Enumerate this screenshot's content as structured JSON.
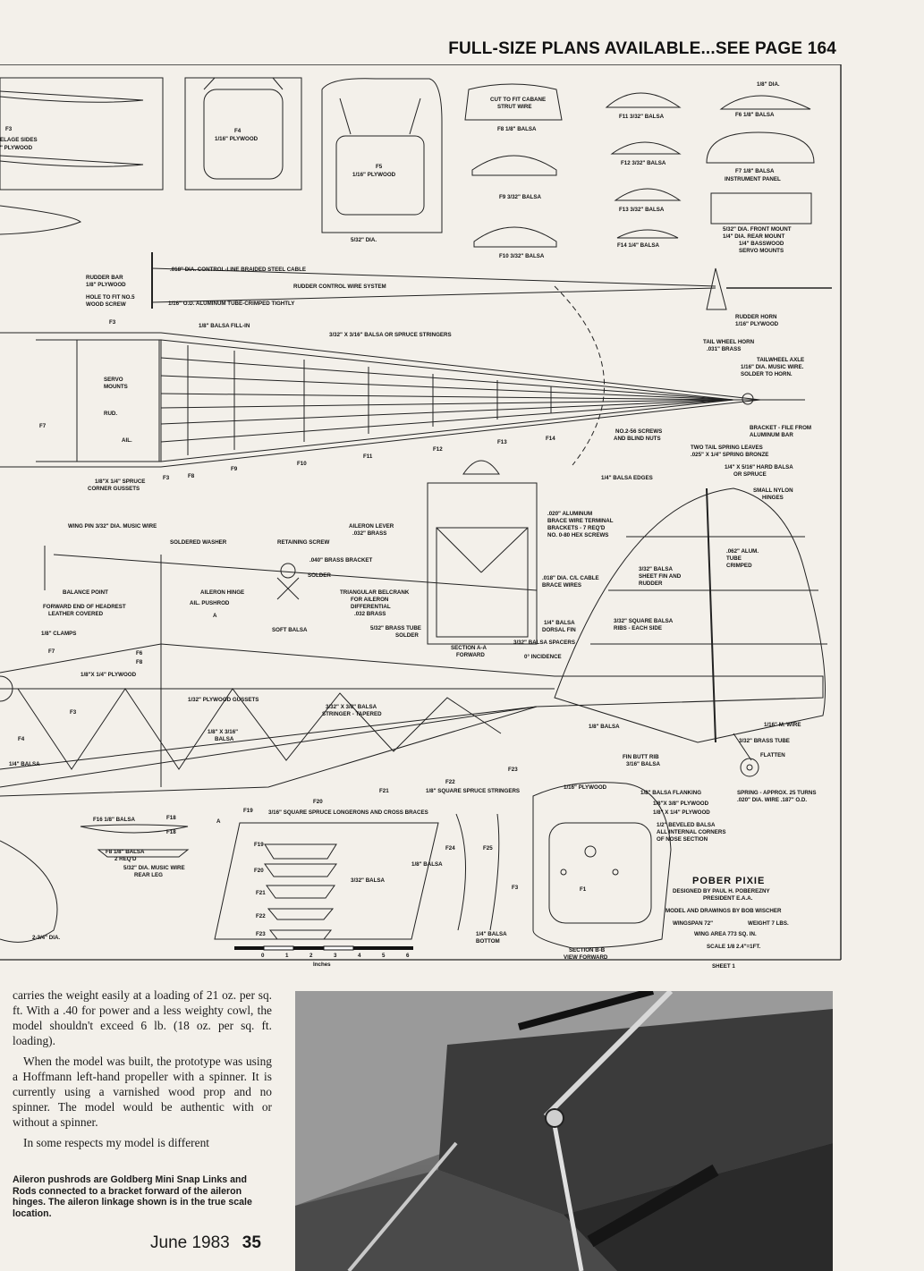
{
  "header": {
    "text": "FULL-SIZE PLANS AVAILABLE...SEE PAGE 164"
  },
  "plans": {
    "labels": {
      "f3_fuselage": "F3",
      "f3_fuselage2": "ELAGE SIDES",
      "f3_ply": "\" PLYWOOD",
      "f4": "F4",
      "f4_ply": "1/16\" PLYWOOD",
      "f5": "F5",
      "f5_ply": "1/16\" PLYWOOD",
      "dia532": "5/32\" DIA.",
      "cabane": "CUT TO FIT CABANE",
      "cabane2": "STRUT WIRE",
      "f8": "F8 1/8\" BALSA",
      "f9": "F9 3/32\" BALSA",
      "f10": "F10 3/32\" BALSA",
      "f11": "F11 3/32\" BALSA",
      "f12": "F12 3/32\" BALSA",
      "f13": "F13 3/32\" BALSA",
      "f14": "F14 1/4\" BALSA",
      "dia18": "1/8\" DIA.",
      "f6": "F6 1/8\" BALSA",
      "f7a": "F7 1/8\" BALSA",
      "f7b": "INSTRUMENT PANEL",
      "mount1": "5/32\" DIA. FRONT MOUNT",
      "mount2": "1/4\" DIA. REAR MOUNT",
      "mount3": "1/4\" BASSWOOD",
      "mount4": "SERVO MOUNTS",
      "rudderbar1": "RUDDER BAR",
      "rudderbar2": "1/8\" PLYWOOD",
      "hole1": "HOLE TO FIT NO.5",
      "hole2": "WOOD SCREW",
      "cable": ".018\" DIA. CONTROL-LINE BRAIDED STEEL CABLE",
      "rudder_sys": "RUDDER CONTROL WIRE SYSTEM",
      "tube": "1/16\" O.D. ALUMINUM TUBE-CRIMPED TIGHTLY",
      "fillin": "1/8\" BALSA FILL-IN",
      "stringers": "3/32\" X 3/16\" BALSA OR SPRUCE STRINGERS",
      "f3b": "F3",
      "servo1": "SERVO",
      "servo2": "MOUNTS",
      "rud": "RUD.",
      "ail": "AIL.",
      "f7": "F7",
      "gussets1": "1/8\"X 1/4\" SPRUCE",
      "gussets2": "CORNER GUSSETS",
      "f3c": "F3",
      "f8b": "F8",
      "f9b": "F9",
      "f10b": "F10",
      "f11b": "F11",
      "f12b": "F12",
      "f13b": "F13",
      "f14b": "F14",
      "screws1": "NO.2-56 SCREWS",
      "screws2": "AND BLIND NUTS",
      "rudderhorn1": "RUDDER HORN",
      "rudderhorn2": "1/16\" PLYWOOD",
      "tailhorn1": "TAIL WHEEL HORN",
      "tailhorn2": ".031\" BRASS",
      "axle1": "TAILWHEEL AXLE",
      "axle2": "1/16\" DIA. MUSIC WIRE.",
      "axle3": "SOLDER TO HORN.",
      "bracket1": "BRACKET - FILE FROM",
      "bracket2": "ALUMINUM BAR",
      "spring1": "TWO TAIL SPRING LEAVES",
      "spring2": ".025\" X 1/4\" SPRING BRONZE",
      "hardbalsa1": "1/4\" X 5/16\" HARD BALSA",
      "hardbalsa2": "OR SPRUCE",
      "edges": "1/4\" BALSA EDGES",
      "nylon1": "SMALL NYLON",
      "nylon2": "HINGES",
      "wingpin": "WING PIN 3/32\" DIA. MUSIC WIRE",
      "washer": "SOLDERED WASHER",
      "retaining": "RETAINING SCREW",
      "brassbr": ".040\" BRASS BRACKET",
      "solder": "SOLDER",
      "aileronlever1": "AILERON LEVER",
      "aileronlever2": ".032\" BRASS",
      "alu1": ".020\" ALUMINUM",
      "alu2": "BRACE WIRE TERMINAL",
      "alu3": "BRACKETS - 7 REQ'D",
      "alu4": "NO. 0-80 HEX SCREWS",
      "alutube1": ".062\" ALUM.",
      "alutube2": "TUBE",
      "alutube3": "CRIMPED",
      "balance": "BALANCE POINT",
      "headrest1": "FORWARD END OF HEADREST",
      "headrest2": "LEATHER COVERED",
      "ailhinge": "AILERON HINGE",
      "ailpush": "AIL. PUSHROD",
      "belcrank1": "TRIANGULAR BELCRANK",
      "belcrank2": "FOR AILERON",
      "belcrank3": "DIFFERENTIAL",
      "belcrank4": ".032 BRASS",
      "ccable1": ".018\" DIA. C/L CABLE",
      "ccable2": "BRACE WIRES",
      "sheetfin1": "3/32\" BALSA",
      "sheetfin2": "SHEET FIN AND",
      "sheetfin3": "RUDDER",
      "clamps": "1/8\" CLAMPS",
      "softbalsa": "SOFT BALSA",
      "brasstube1": "5/32\" BRASS TUBE",
      "brasstube2": "SOLDER",
      "dorsal1": "1/4\" BALSA",
      "dorsal2": "DORSAL FIN",
      "ribs1": "3/32\" SQUARE BALSA",
      "ribs2": "RIBS - EACH SIDE",
      "sectiona1": "SECTION A-A",
      "sectiona2": "FORWARD",
      "spacers": "3/32\" BALSA SPACERS",
      "incidence": "0° INCIDENCE",
      "f6b": "F6",
      "f8c": "F8",
      "f7b2": "F7",
      "ply18": "1/8\"X 1/4\" PLYWOOD",
      "plygussets": "1/32\" PLYWOOD GUSSETS",
      "tapered1": "3/32\" X 3/8\" BALSA",
      "tapered2": "STRINGER - TAPERED",
      "f3d": "F3",
      "balsa18x316a": "1/8\" X 3/16\"",
      "balsa18x316b": "BALSA",
      "balsa18": "1/8\" BALSA",
      "mwire": "1/16\" M. WIRE",
      "brasstube3": "3/32\" BRASS TUBE",
      "finbutt1": "FIN BUTT RIB",
      "finbutt2": "3/16\" BALSA",
      "flatten": "FLATTEN",
      "f4b": "F4",
      "f23": "F23",
      "f22": "F22",
      "balsa14": "1/4\" BALSA",
      "sqspruce": "1/8\" SQUARE SPRUCE STRINGERS",
      "f21": "F21",
      "f20": "F20",
      "f19": "F19",
      "f18": "F18",
      "longerons": "3/16\" SQUARE SPRUCE LONGERONS AND CROSS BRACES",
      "ply116": "1/16\" PLYWOOD",
      "flanking": "1/8\" BALSA FLANKING",
      "springapprox1": "SPRING - APPROX. 25 TURNS",
      "springapprox2": ".020\" DIA. WIRE .187\" O.D.",
      "ply18x38": "1/8\"X 3/8\" PLYWOOD",
      "ply18x14": "1/8\" X 1/4\" PLYWOOD",
      "beveled1": "1/2\" BEVELED BALSA",
      "beveled2": "ALL INTERNAL CORNERS",
      "beveled3": "OF NOSE SECTION",
      "f16": "F16 1/8\" BALSA",
      "f18b": "F18",
      "f8d1": "F8 1/8\" BALSA",
      "f8d2": "2 REQ'D",
      "rearleg1": "5/32\" DIA. MUSIC WIRE",
      "rearleg2": "REAR LEG",
      "a_mark": "A",
      "a_mark2": "A",
      "f19b": "F19",
      "f20b": "F20",
      "f21b": "F21",
      "f22b": "F22",
      "f23b": "F23",
      "balsa332": "3/32\" BALSA",
      "f24": "F24",
      "f25": "F25",
      "balsa18c": "1/8\" BALSA",
      "f3e": "F3",
      "f1": "F1",
      "bottom1": "1/4\" BALSA",
      "bottom2": "BOTTOM",
      "sectionb1": "SECTION B-B",
      "sectionb2": "VIEW FORWARD",
      "dia234": "2-3/4\" DIA.",
      "scale_unit": "Inches",
      "scale_ticks": [
        "0",
        "1",
        "2",
        "3",
        "4",
        "5",
        "6"
      ],
      "title": "POBER PIXIE",
      "designed1": "DESIGNED BY PAUL H. POBEREZNY",
      "designed2": "PRESIDENT E.A.A.",
      "model": "MODEL AND DRAWINGS BY BOB WISCHER",
      "wingspan": "WINGSPAN 72\"",
      "weight": "WEIGHT 7 LBS.",
      "wingarea": "WING AREA 773 SQ. IN.",
      "scale": "SCALE 1/8  2.4\"=1FT.",
      "sheet": "SHEET 1"
    }
  },
  "article": {
    "p1": "carries the weight easily at a loading of 21 oz. per sq. ft. With a .40 for power and a less weighty cowl, the model shouldn't exceed 6 lb. (18 oz. per sq. ft. loading).",
    "p2": "When the model was built, the prototype was using a Hoffmann left-hand propeller with a spinner. It is currently using a varnished wood prop and no spinner. The model would be authentic with or without a spinner.",
    "p3": "In some respects my model is different"
  },
  "caption": {
    "text": "Aileron pushrods are Goldberg Mini Snap Links and Rods connected to a bracket forward of the aileron hinges. The aileron linkage shown is in the true scale location."
  },
  "footer": {
    "month": "June 1983",
    "page": "35"
  }
}
